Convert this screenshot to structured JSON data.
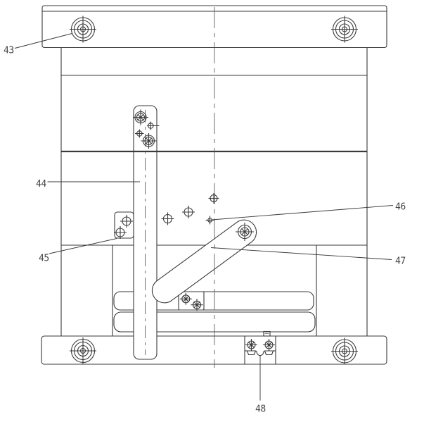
{
  "drawing": {
    "callouts": [
      {
        "label": "43"
      },
      {
        "label": "44"
      },
      {
        "label": "45"
      },
      {
        "label": "46"
      },
      {
        "label": "47"
      },
      {
        "label": "48"
      }
    ],
    "colors": {
      "line": "#3a3a3a",
      "label": "#454545",
      "centerline": "#5c5c5c",
      "background": "#ffffff",
      "part_fill": "#ffffff"
    }
  }
}
